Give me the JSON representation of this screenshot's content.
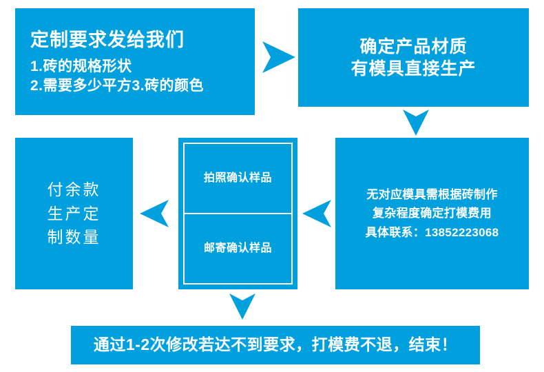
{
  "theme": {
    "brand_blue": "#00a0de",
    "background": "#ffffff",
    "text_on_blue": "#ffffff"
  },
  "flow": {
    "requirements": {
      "title": "定制要求发给我们",
      "item1": "1.砖的规格形状",
      "item2": "2.需要多少平方3.砖的颜色"
    },
    "material": {
      "line1": "确定产品材质",
      "line2": "有模具直接生产"
    },
    "mold": {
      "line1": "无对应模具需根据砖制作",
      "line2": "复杂程度确定打模费用",
      "line3": "具体联系：13852223068",
      "phone": "13852223068"
    },
    "sample": {
      "photo_confirm": "拍照确认样品",
      "mail_confirm": "邮寄确认样品"
    },
    "payment": {
      "line1": "付余款",
      "line2": "生产定",
      "line3": "制数量"
    },
    "footer": {
      "text": "通过1-2次修改若达不到要求，打模费不退，结束！"
    }
  },
  "connectors": {
    "requirements_to_material": "arrow-right",
    "material_to_mold": "arrow-down",
    "mold_to_sample": "arrow-left",
    "sample_to_payment": "arrow-left",
    "sample_to_footer": "arrow-down"
  }
}
